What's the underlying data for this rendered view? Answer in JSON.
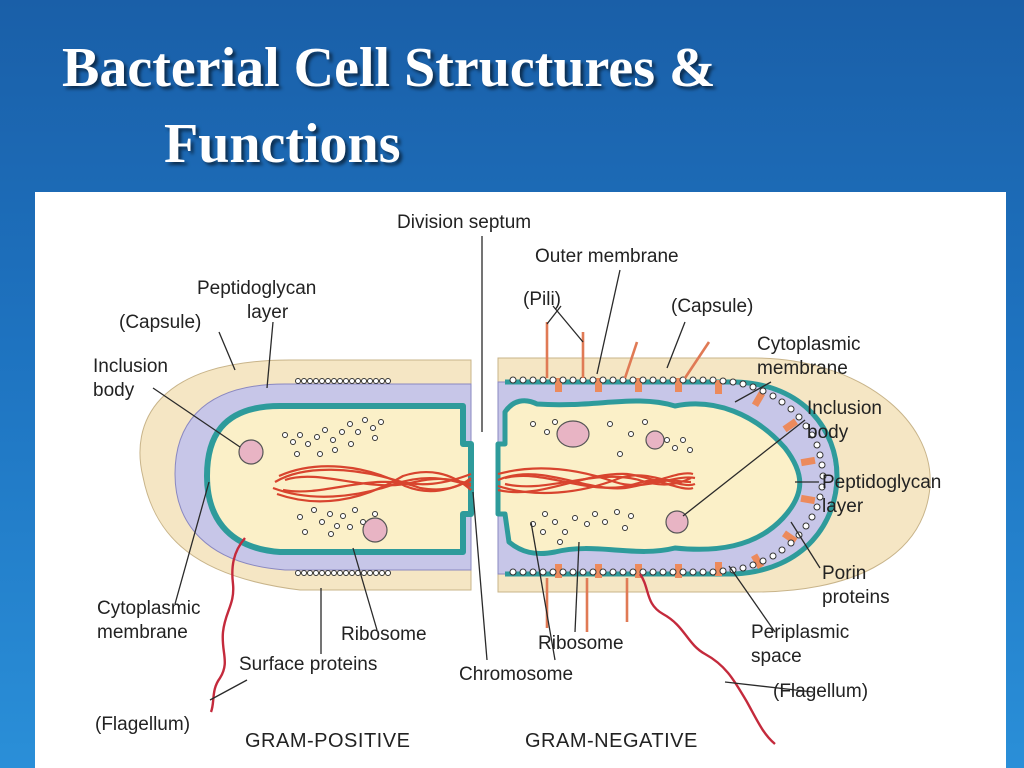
{
  "title": {
    "line1": "Bacterial Cell Structures &",
    "line2": "Functions"
  },
  "colors": {
    "background": "#1e6fbb",
    "capsule": "#f5e6c4",
    "peptidoglycan": "#c7c6e8",
    "membrane": "#2e9b9b",
    "cytoplasm": "#fbf0c8",
    "chromosome": "#d8442e",
    "porin": "#ec8a5c",
    "flagellum": "#c42a3c"
  },
  "labels": {
    "division_septum": "Division septum",
    "outer_membrane": "Outer membrane",
    "pili": "(Pili)",
    "capsule_right": "(Capsule)",
    "cytoplasmic_membrane_right_1": "Cytoplasmic",
    "cytoplasmic_membrane_right_2": "membrane",
    "inclusion_body_right_1": "Inclusion",
    "inclusion_body_right_2": "body",
    "peptidoglycan_right_1": "Peptidoglycan",
    "peptidoglycan_right_2": "layer",
    "porin_1": "Porin",
    "porin_2": "proteins",
    "periplasmic_1": "Periplasmic",
    "periplasmic_2": "space",
    "flagellum_right": "(Flagellum)",
    "ribosome_right": "Ribosome",
    "chromosome": "Chromosome",
    "ribosome_left": "Ribosome",
    "surface_proteins": "Surface proteins",
    "cytoplasmic_membrane_left_1": "Cytoplasmic",
    "cytoplasmic_membrane_left_2": "membrane",
    "flagellum_left": "(Flagellum)",
    "peptidoglycan_left_1": "Peptidoglycan",
    "peptidoglycan_left_2": "layer",
    "capsule_left": "(Capsule)",
    "inclusion_body_left_1": "Inclusion",
    "inclusion_body_left_2": "body"
  },
  "captions": {
    "gram_positive": "GRAM-POSITIVE",
    "gram_negative": "GRAM-NEGATIVE"
  }
}
